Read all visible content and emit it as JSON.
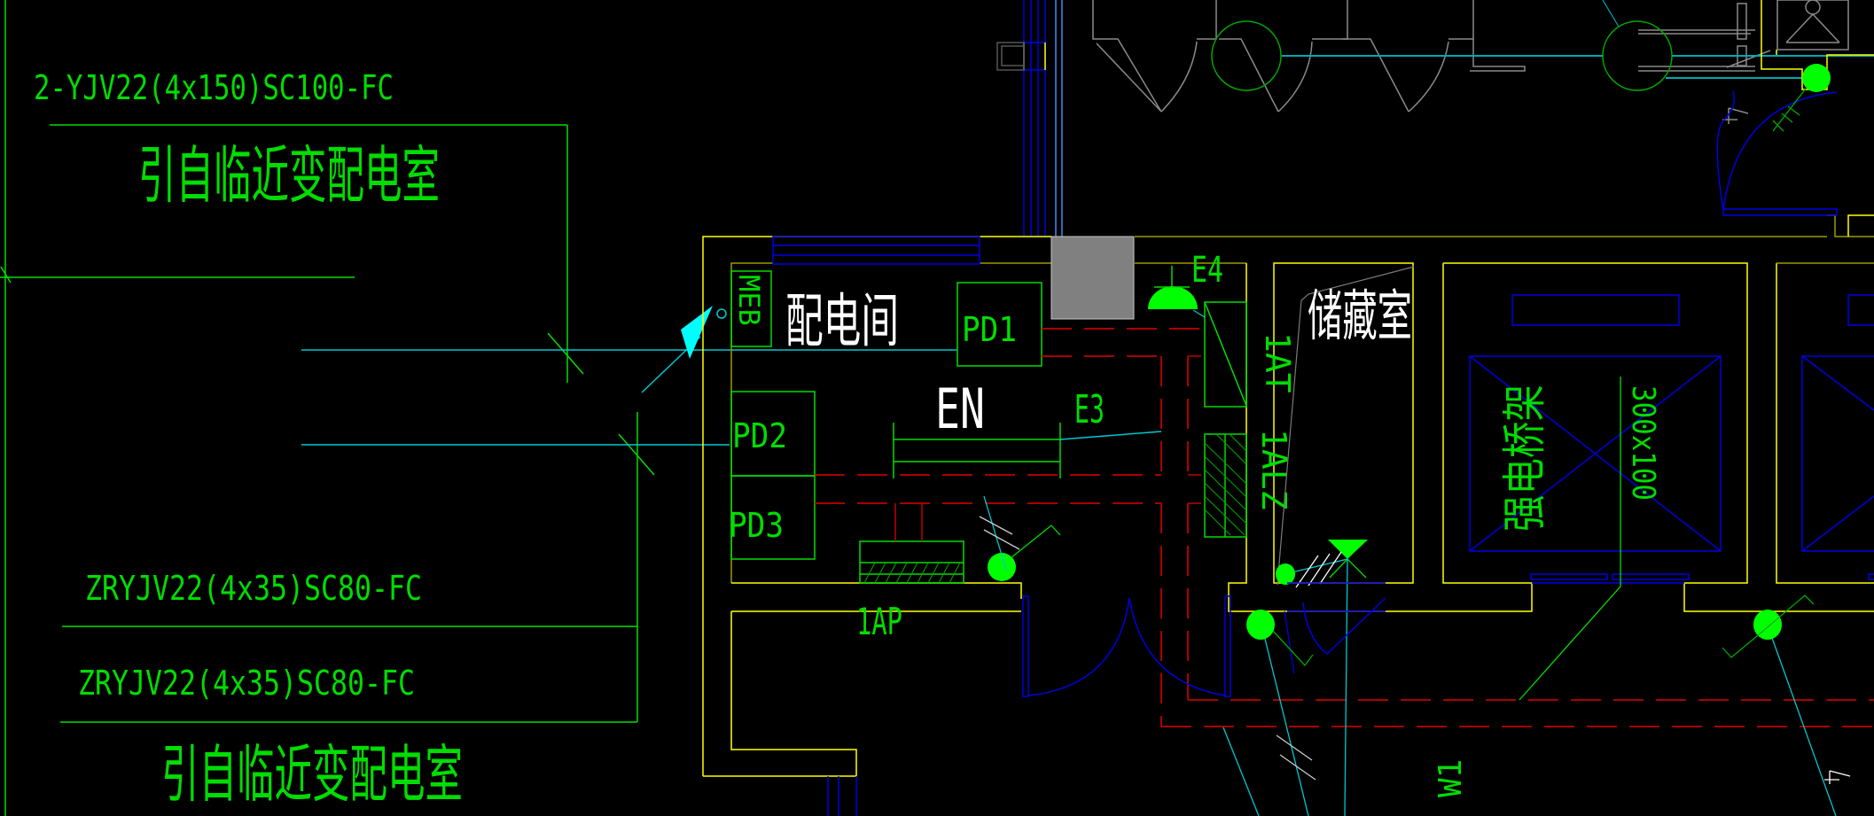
{
  "drawing": {
    "background": "#000000",
    "colors": {
      "wall": "#ffff00",
      "wall_dim": "#9a9a00",
      "green": "#00dd00",
      "green_bright": "#00ff00",
      "cyan": "#00c8d0",
      "blue": "#0000e0",
      "blue_light": "#3c8cff",
      "red_dash": "#c00000",
      "gray": "#808080",
      "white": "#ffffff",
      "gray_fill": "#808080"
    }
  },
  "cable_labels": {
    "top_cable": "2-YJV22(4x150)SC100-FC",
    "top_source": "引自临近变配电室",
    "mid_cable_1": "ZRYJV22(4x35)SC80-FC",
    "mid_cable_2": "ZRYJV22(4x35)SC80-FC",
    "bottom_source": "引自临近变配电室"
  },
  "rooms": {
    "distribution_room": "配电间",
    "storage_room": "储藏室"
  },
  "equipment": {
    "meb": "MEB",
    "pd1": "PD1",
    "pd2": "PD2",
    "pd3": "PD3",
    "en": "EN",
    "e3": "E3",
    "e4": "E4",
    "panel_1at": "1AT",
    "panel_1alz": "1ALZ",
    "panel_1ap": "1AP",
    "w1": "W1"
  },
  "cable_tray": {
    "label": "强电桥架",
    "size": "300x100"
  }
}
